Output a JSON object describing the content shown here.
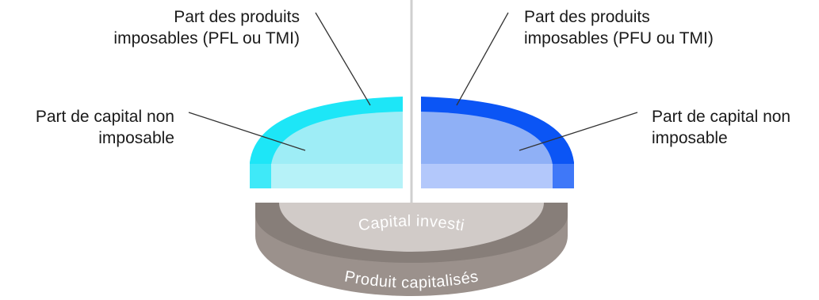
{
  "labels": {
    "top_left": [
      "Part des produits",
      "imposables (PFL ou TMI)"
    ],
    "mid_left": [
      "Part de capital non",
      "imposable"
    ],
    "top_right": [
      "Part des produits",
      "imposables (PFU ou TMI)"
    ],
    "mid_right": [
      "Part de capital non",
      "imposable"
    ],
    "disk_inner": "Capital investi",
    "disk_outer": "Produit capitalisés"
  },
  "colors": {
    "left_outer": "#1de6f7",
    "left_inner": "#9eedf6",
    "left_band": "#b6f2f8",
    "right_outer": "#0b55f5",
    "right_inner": "#8fb0f6",
    "right_band": "#b3c8fb",
    "right_band_edge": "#3f78f8",
    "disk_outer": "#9b918c",
    "disk_inner": "#d1cbc8",
    "divider": "#cfcfcf"
  }
}
